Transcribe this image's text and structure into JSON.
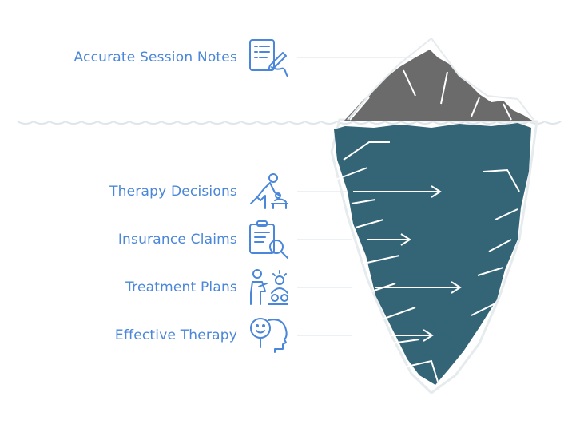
{
  "items": [
    {
      "label": "Accurate Session Notes",
      "icon": "clipboard-writing-icon"
    },
    {
      "label": "Therapy Decisions",
      "icon": "therapist-patient-icon"
    },
    {
      "label": "Insurance Claims",
      "icon": "document-magnifier-icon"
    },
    {
      "label": "Treatment Plans",
      "icon": "group-session-icon"
    },
    {
      "label": "Effective Therapy",
      "icon": "smiling-head-icon"
    }
  ],
  "colors": {
    "label": "#4a86d9",
    "icon": "#4a86d9",
    "iceberg_above": "#6b6b6b",
    "iceberg_below": "#336577",
    "water_line": "#dfe5e9",
    "arrow": "#ffffff"
  }
}
